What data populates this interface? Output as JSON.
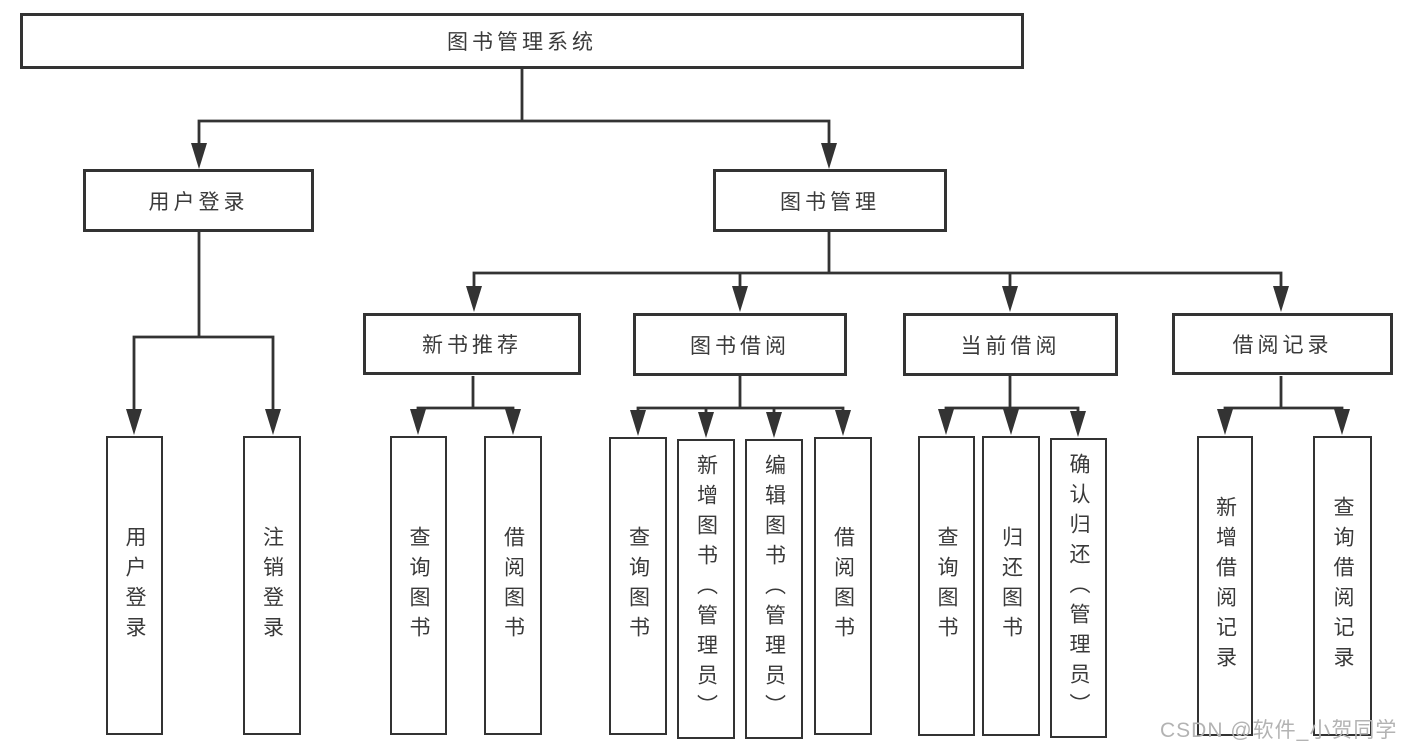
{
  "diagram": {
    "root": {
      "label": "图书管理系统"
    },
    "level2": [
      {
        "label": "用户登录"
      },
      {
        "label": "图书管理"
      }
    ],
    "level3": [
      {
        "label": "新书推荐"
      },
      {
        "label": "图书借阅"
      },
      {
        "label": "当前借阅"
      },
      {
        "label": "借阅记录"
      }
    ],
    "leaves": {
      "user_login": [
        "用户登录",
        "注销登录"
      ],
      "new_books": [
        "查询图书",
        "借阅图书"
      ],
      "book_borrowing": [
        "查询图书",
        "新增图书（管理员）",
        "编辑图书（管理员）",
        "借阅图书"
      ],
      "current_borrowing": [
        "查询图书",
        "归还图书",
        "确认归还（管理员）"
      ],
      "borrow_records": [
        "新增借阅记录",
        "查询借阅记录"
      ]
    }
  },
  "watermark": {
    "text": "CSDN @软件_小贺同学"
  },
  "colors": {
    "line": "#333333",
    "text": "#3a3a3a",
    "background": "#ffffff",
    "watermark": "#b3b3b3"
  }
}
